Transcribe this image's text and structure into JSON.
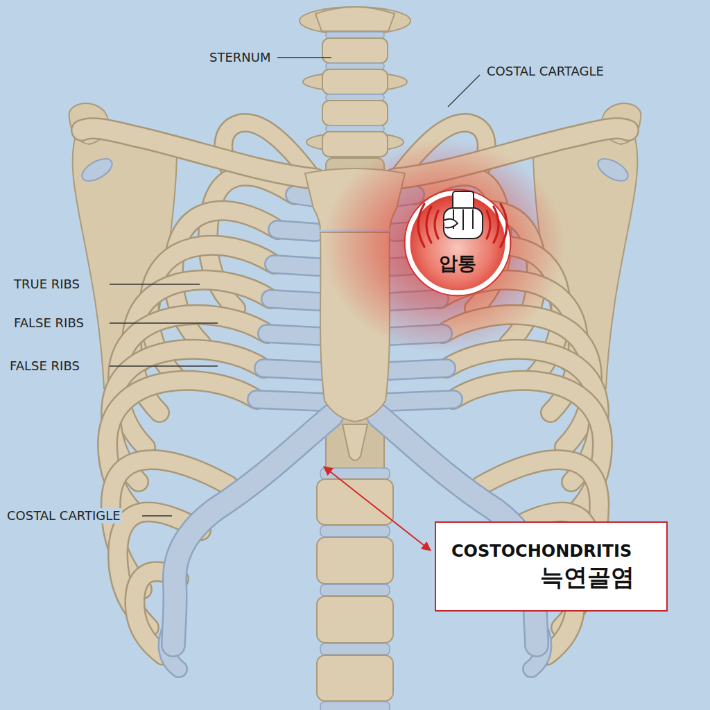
{
  "diagram": {
    "nodes": [
      {
        "text": [
          "압통"
        ]
      },
      {
        "text": [
          "COSTOCHONDRITIS",
          "늑연골염"
        ]
      }
    ],
    "labels": [
      "STERNUM",
      "COSTAL CARTAGLE",
      "TRUE RIBS",
      "FALSE RIBS",
      "FALSE RIBS",
      "COSTAL CARTIGLE"
    ]
  }
}
